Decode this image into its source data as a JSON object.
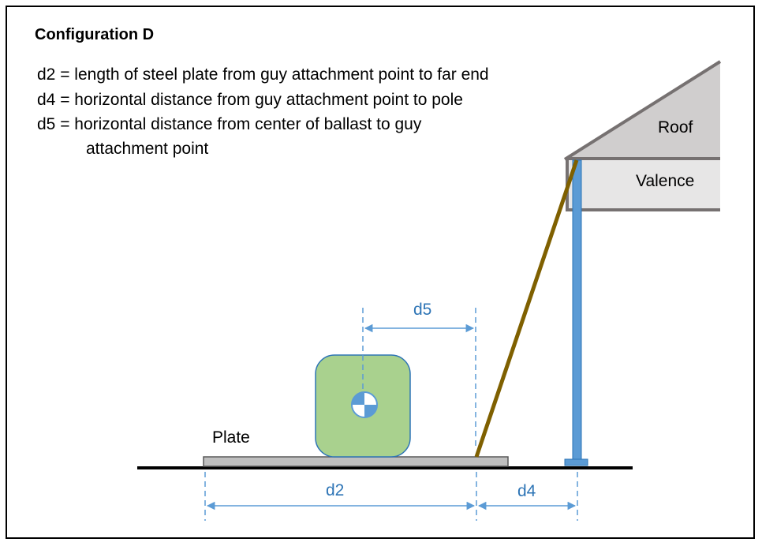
{
  "title": "Configuration D",
  "definitions": [
    "d2 = length of steel plate from guy attachment point to far end",
    "d4 = horizontal distance from guy attachment point to pole",
    "d5 = horizontal distance from center of ballast to guy",
    "attachment point"
  ],
  "labels": {
    "roof": "Roof",
    "valence": "Valence",
    "plate": "Plate"
  },
  "dimensions": {
    "d2": "d2",
    "d4": "d4",
    "d5": "d5"
  },
  "colors": {
    "roof_fill": "#d0cece",
    "valence_fill": "#e7e6e6",
    "roof_stroke": "#767171",
    "pole": "#5b9bd5",
    "pole_stroke": "#2e75b6",
    "guy": "#7f6000",
    "ballast_fill": "#a9d18e",
    "ballast_stroke": "#2e75b6",
    "plate_fill": "#bfbfbf",
    "dimension": "#5b9bd5"
  }
}
